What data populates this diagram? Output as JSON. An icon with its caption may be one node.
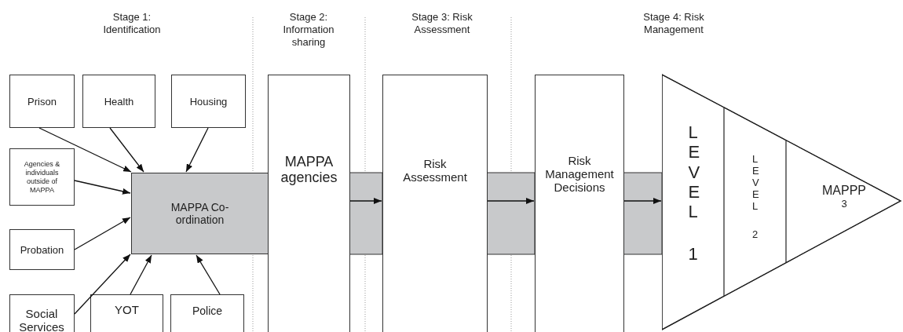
{
  "diagram": {
    "nodes": [
      {
        "text": [
          "Prison"
        ]
      },
      {
        "text": [
          "Health"
        ]
      },
      {
        "text": [
          "Housing"
        ]
      },
      {
        "text": [
          "Agencies & individuals outside of MAPPA"
        ]
      },
      {
        "text": [
          "Probation"
        ]
      },
      {
        "text": [
          "Social Services"
        ]
      },
      {
        "text": [
          "YOT"
        ]
      },
      {
        "text": [
          "Police"
        ]
      },
      {
        "text": [
          "MAPPA Co-ordination"
        ]
      },
      {
        "text": [
          "MAPPA agencies"
        ]
      },
      {
        "text": [
          "Risk Assessment"
        ]
      },
      {
        "text": [
          "Risk Management Decisions"
        ]
      },
      {
        "text": [],
        "shape": "triangle"
      },
      {
        "text": [
          "LEVEL",
          "1"
        ],
        "in": 12
      },
      {
        "text": [
          "LEVEL",
          "2"
        ],
        "in": 12
      },
      {
        "text": [
          "MAPPP",
          "3"
        ],
        "in": 12
      }
    ],
    "edges": [
      {
        "from": 0,
        "to": 8,
        "arrow": "to"
      },
      {
        "from": 1,
        "to": 8,
        "arrow": "to"
      },
      {
        "from": 2,
        "to": 8,
        "arrow": "to"
      },
      {
        "from": 3,
        "to": 8,
        "arrow": "to"
      },
      {
        "from": 4,
        "to": 8,
        "arrow": "to"
      },
      {
        "from": 5,
        "to": 8,
        "arrow": "to"
      },
      {
        "from": 6,
        "to": 8,
        "arrow": "to"
      },
      {
        "from": 7,
        "to": 8,
        "arrow": "to"
      },
      {
        "from": 9,
        "to": 10,
        "arrow": "to"
      },
      {
        "from": 10,
        "to": 11,
        "arrow": "to"
      },
      {
        "from": 11,
        "to": 12,
        "arrow": "to"
      }
    ],
    "labels": [
      "Stage 1: Identification",
      "Stage 2: Information sharing",
      "Stage 3: Risk Assessment",
      "Stage 4: Risk Management"
    ]
  }
}
